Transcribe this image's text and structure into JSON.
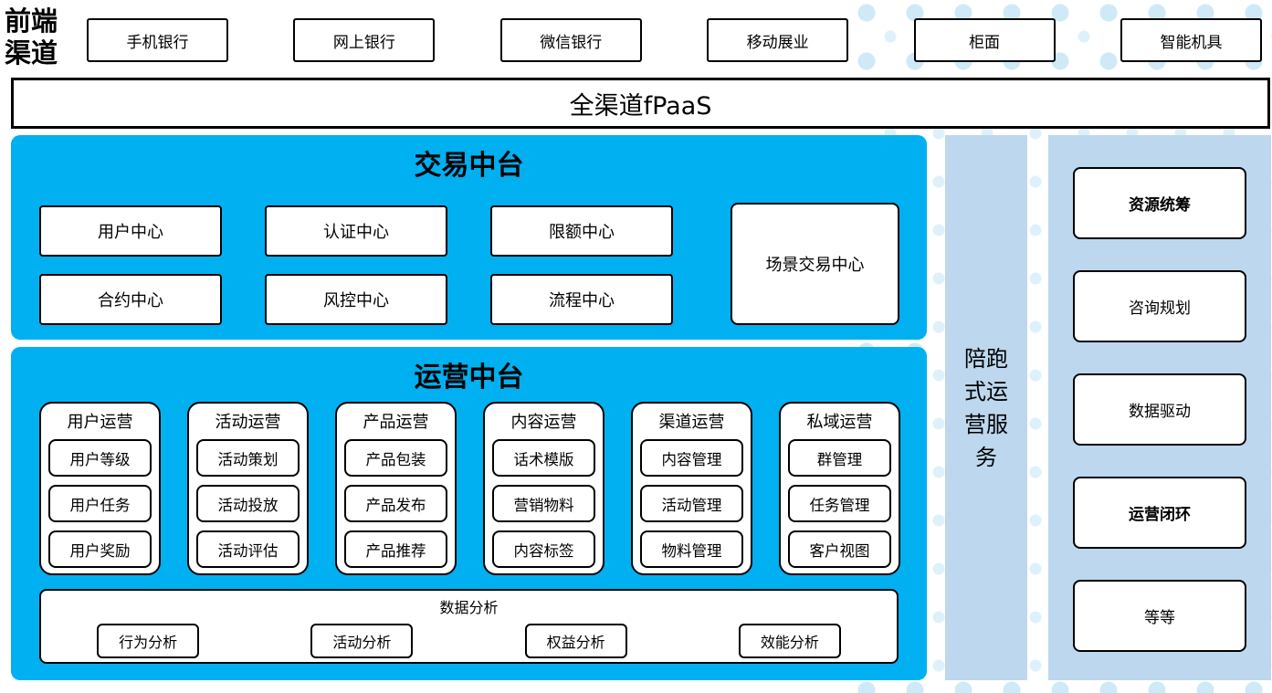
{
  "header": {
    "channel_label": "前端渠道",
    "channels": [
      "手机银行",
      "网上银行",
      "微信银行",
      "移动展业",
      "柜面",
      "智能机具"
    ],
    "fpaas": "全渠道fPaaS"
  },
  "transaction_platform": {
    "title": "交易中台",
    "row1": [
      "用户中心",
      "认证中心",
      "限额中心"
    ],
    "row2": [
      "合约中心",
      "风控中心",
      "流程中心"
    ],
    "tall_box": "场景交易中心"
  },
  "operation_platform": {
    "title": "运营中台",
    "groups": [
      {
        "title": "用户运营",
        "items": [
          "用户等级",
          "用户任务",
          "用户奖励"
        ]
      },
      {
        "title": "活动运营",
        "items": [
          "活动策划",
          "活动投放",
          "活动评估"
        ]
      },
      {
        "title": "产品运营",
        "items": [
          "产品包装",
          "产品发布",
          "产品推荐"
        ]
      },
      {
        "title": "内容运营",
        "items": [
          "话术模版",
          "营销物料",
          "内容标签"
        ]
      },
      {
        "title": "渠道运营",
        "items": [
          "内容管理",
          "活动管理",
          "物料管理"
        ]
      },
      {
        "title": "私域运营",
        "items": [
          "群管理",
          "任务管理",
          "客户视图"
        ]
      }
    ],
    "analysis": {
      "title": "数据分析",
      "items": [
        "行为分析",
        "活动分析",
        "权益分析",
        "效能分析"
      ]
    }
  },
  "side_bar": {
    "label": "陪跑式运营服务"
  },
  "service_panel": {
    "items": [
      {
        "label": "资源统筹",
        "bold": true
      },
      {
        "label": "咨询规划",
        "bold": false
      },
      {
        "label": "数据驱动",
        "bold": false
      },
      {
        "label": "运营闭环",
        "bold": true
      },
      {
        "label": "等等",
        "bold": false
      }
    ]
  },
  "colors": {
    "primary_blue": "#00B0F0",
    "panel_light_blue": "#BDD7EE",
    "dot_color": "#CFE9F7"
  }
}
